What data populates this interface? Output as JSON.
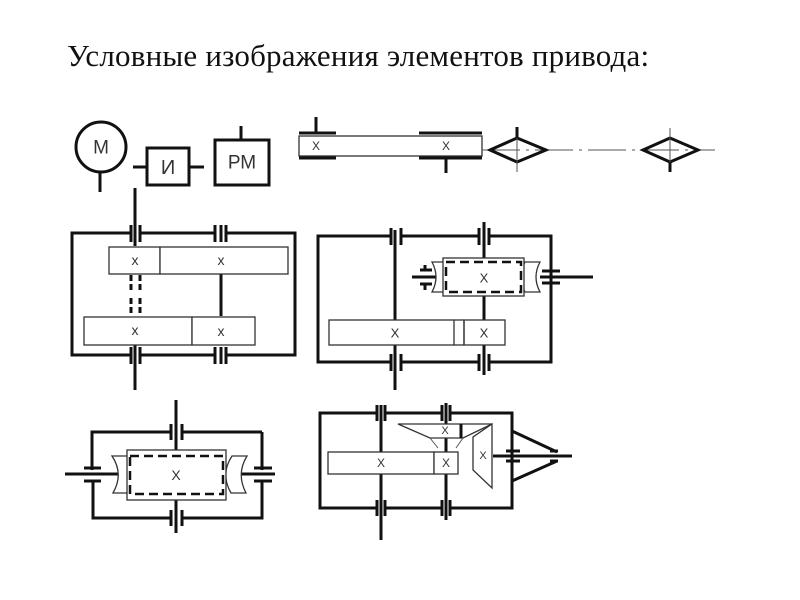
{
  "title": "Условные изображения элементов привода:",
  "symbols": {
    "motor_label": "M",
    "coupling_label": "И",
    "gear_reducer_label": "РМ",
    "gear_mark": "x",
    "gear_mark_upper": "X"
  },
  "elements": [
    {
      "id": "motor",
      "label": "M"
    },
    {
      "id": "coupling",
      "label": "И"
    },
    {
      "id": "reducer",
      "label": "РМ"
    },
    {
      "id": "belt-drive"
    },
    {
      "id": "chain-drive"
    },
    {
      "id": "two-stage-cylindrical-gearbox"
    },
    {
      "id": "cylindrical-worm-gearbox"
    },
    {
      "id": "worm-gearbox"
    },
    {
      "id": "bevel-cylindrical-gearbox"
    }
  ]
}
